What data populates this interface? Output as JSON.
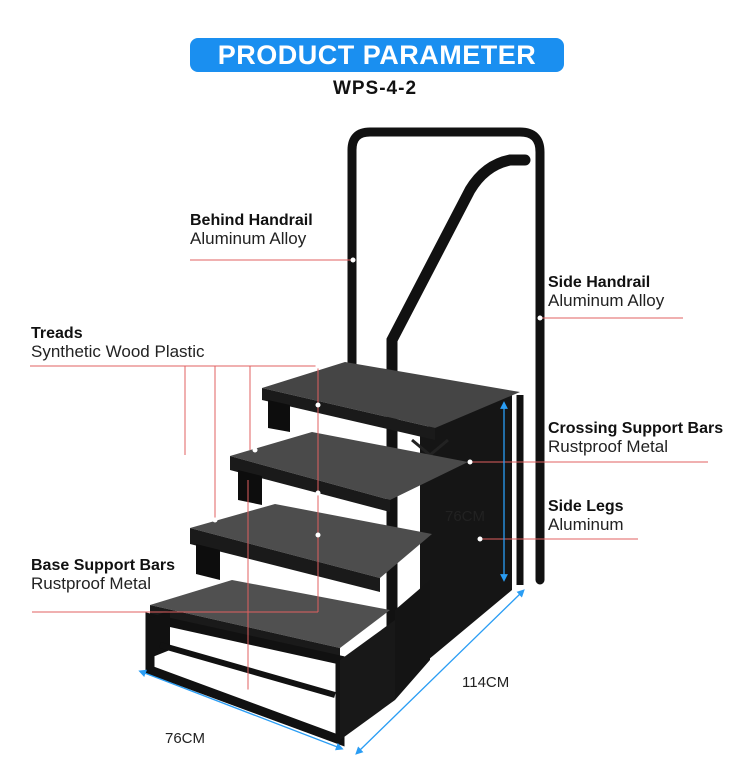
{
  "header": {
    "title": "PRODUCT PARAMETER",
    "model": "WPS-4-2"
  },
  "labels": {
    "behind_handrail": {
      "title": "Behind Handrail",
      "material": "Aluminum Alloy"
    },
    "side_handrail": {
      "title": "Side Handrail",
      "material": "Aluminum Alloy"
    },
    "treads": {
      "title": "Treads",
      "material": "Synthetic Wood Plastic"
    },
    "crossing_support_bars": {
      "title": "Crossing Support Bars",
      "material": "Rustproof Metal"
    },
    "side_legs": {
      "title": "Side Legs",
      "material": "Aluminum"
    },
    "base_support_bars": {
      "title": "Base Support Bars",
      "material": "Rustproof Metal"
    }
  },
  "dimensions": {
    "height": "76CM",
    "depth": "114CM",
    "width": "76CM"
  },
  "colors": {
    "banner": "#1a8ff0",
    "leader_line": "#e06060",
    "dimension_arrow": "#2a9df4"
  }
}
